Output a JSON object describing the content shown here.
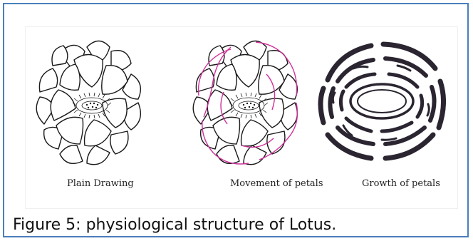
{
  "figure": {
    "caption": "Figure 5: physiological structure of Lotus.",
    "panels": {
      "plain": {
        "label": "Plain Drawing"
      },
      "movement": {
        "label": "Movement of petals"
      },
      "growth": {
        "label": "Growth of petals"
      }
    }
  },
  "colors": {
    "frame": "#4a7ebb",
    "ink": "#1a1a1a",
    "movement_lines": "#d0309a",
    "growth_fill": "#2a2530"
  }
}
